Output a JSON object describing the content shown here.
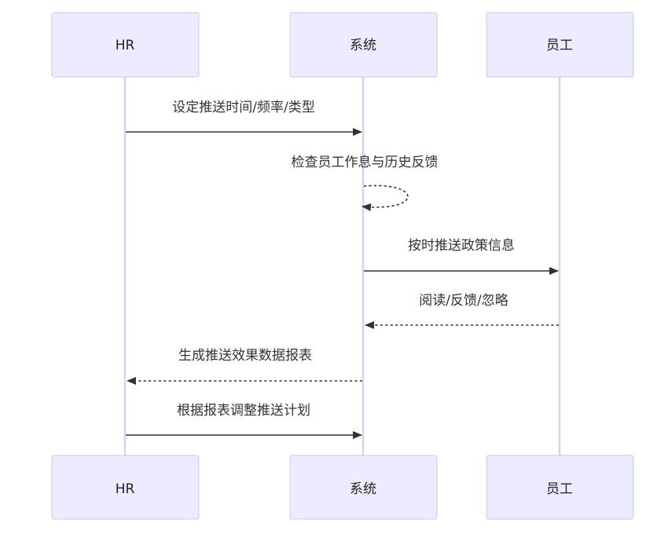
{
  "participants": [
    {
      "id": "hr",
      "label": "HR"
    },
    {
      "id": "system",
      "label": "系统"
    },
    {
      "id": "employee",
      "label": "员工"
    }
  ],
  "messages": [
    {
      "from": "hr",
      "to": "system",
      "label": "设定推送时间/频率/类型",
      "style": "solid"
    },
    {
      "from": "system",
      "to": "system",
      "label": "检查员工作息与历史反馈",
      "style": "dashed"
    },
    {
      "from": "system",
      "to": "employee",
      "label": "按时推送政策信息",
      "style": "solid"
    },
    {
      "from": "employee",
      "to": "system",
      "label": "阅读/反馈/忽略",
      "style": "dashed"
    },
    {
      "from": "system",
      "to": "hr",
      "label": "生成推送效果数据报表",
      "style": "dashed"
    },
    {
      "from": "hr",
      "to": "system",
      "label": "根据报表调整推送计划",
      "style": "solid"
    }
  ],
  "colors": {
    "actor_fill": "#ececff",
    "actor_border": "#c9c7f0",
    "lifeline": "#d4d2f5",
    "arrow": "#333333"
  }
}
